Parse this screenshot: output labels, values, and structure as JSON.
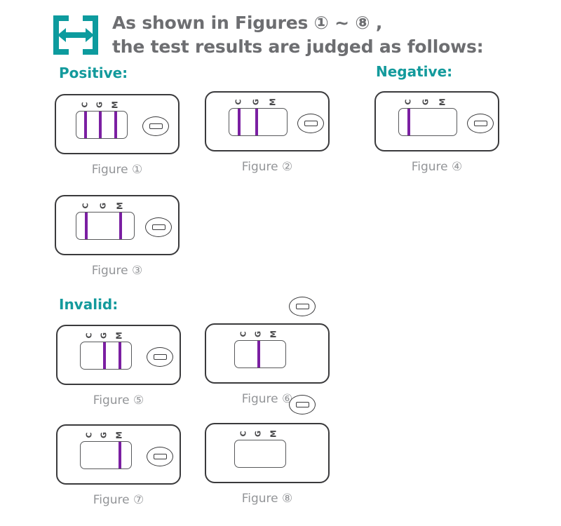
{
  "header": {
    "icon": "expand-arrows-bracket-icon",
    "line1": "As shown in Figures ① ~ ⑧ ,",
    "line2": "the test results are judged as follows:",
    "accent_color": "#0d9b9e",
    "text_color": "#6d6e71"
  },
  "sections": {
    "positive": {
      "label": "Positive:"
    },
    "negative": {
      "label": "Negative:"
    },
    "invalid": {
      "label": "Invalid:"
    }
  },
  "legend": {
    "band_color": "#7b1fa2",
    "tick_labels": [
      "C",
      "G",
      "M"
    ]
  },
  "figures": [
    {
      "id": "figure-1",
      "caption": "Figure ①",
      "section": "positive",
      "ticks": [
        "C",
        "G",
        "M"
      ],
      "bands": [
        "C",
        "G",
        "M"
      ],
      "has_well": true
    },
    {
      "id": "figure-2",
      "caption": "Figure ②",
      "section": "positive",
      "ticks": [
        "C",
        "G",
        "M"
      ],
      "bands": [
        "C",
        "G"
      ],
      "has_well": true
    },
    {
      "id": "figure-4",
      "caption": "Figure ④",
      "section": "negative",
      "ticks": [
        "C",
        "G",
        "M"
      ],
      "bands": [
        "C"
      ],
      "has_well": true
    },
    {
      "id": "figure-3",
      "caption": "Figure ③",
      "section": "positive",
      "ticks": [
        "C",
        "G",
        "M"
      ],
      "bands": [
        "C",
        "M"
      ],
      "has_well": true
    },
    {
      "id": "figure-5",
      "caption": "Figure ⑤",
      "section": "invalid",
      "ticks": [
        "C",
        "G",
        "M"
      ],
      "bands": [
        "G",
        "M"
      ],
      "has_well": true
    },
    {
      "id": "figure-6",
      "caption": "Figure ⑥",
      "section": "invalid",
      "ticks": [
        "C",
        "G",
        "M"
      ],
      "bands": [
        "G"
      ],
      "has_well": false
    },
    {
      "id": "figure-7",
      "caption": "Figure ⑦",
      "section": "invalid",
      "ticks": [
        "C",
        "G",
        "M"
      ],
      "bands": [
        "M"
      ],
      "has_well": true
    },
    {
      "id": "figure-8",
      "caption": "Figure ⑧",
      "section": "invalid",
      "ticks": [
        "C",
        "G",
        "M"
      ],
      "bands": [],
      "has_well": false
    }
  ],
  "detached_wells": [
    {
      "id": "detached-well-a"
    },
    {
      "id": "detached-well-b"
    }
  ]
}
